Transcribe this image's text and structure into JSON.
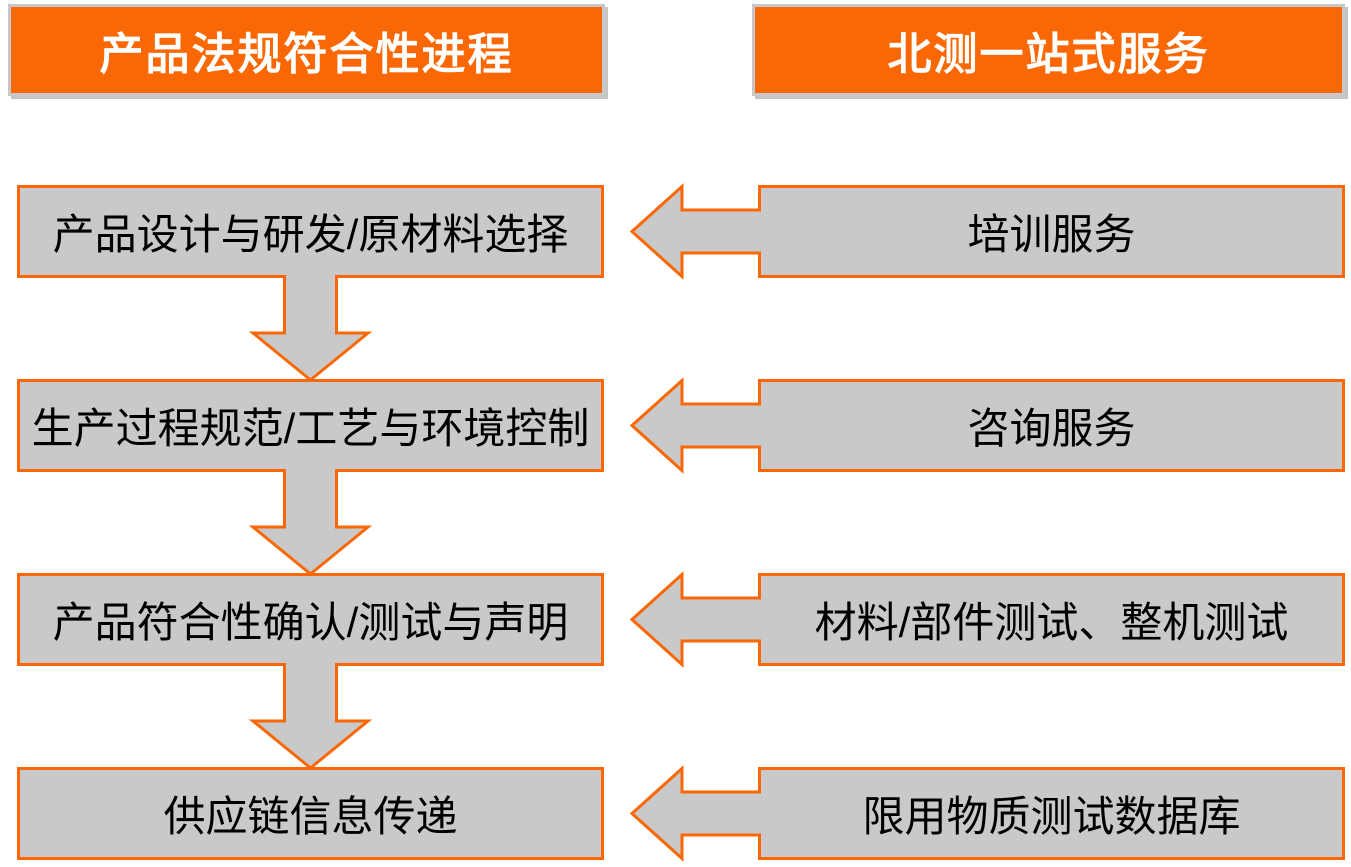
{
  "colors": {
    "orange": "#fa6705",
    "box_fill": "#c9c9c9",
    "header_border": "#c6c8ca",
    "header_text": "#ffffff",
    "box_text": "#000000"
  },
  "headers": {
    "left": "产品法规符合性进程",
    "right": "北测一站式服务"
  },
  "rows": [
    {
      "process": "产品设计与研发/原材料选择",
      "service": "培训服务"
    },
    {
      "process": "生产过程规范/工艺与环境控制",
      "service": "咨询服务"
    },
    {
      "process": "产品符合性确认/测试与声明",
      "service": "材料/部件测试、整机测试"
    },
    {
      "process": "供应链信息传递",
      "service": "限用物质测试数据库"
    }
  ]
}
